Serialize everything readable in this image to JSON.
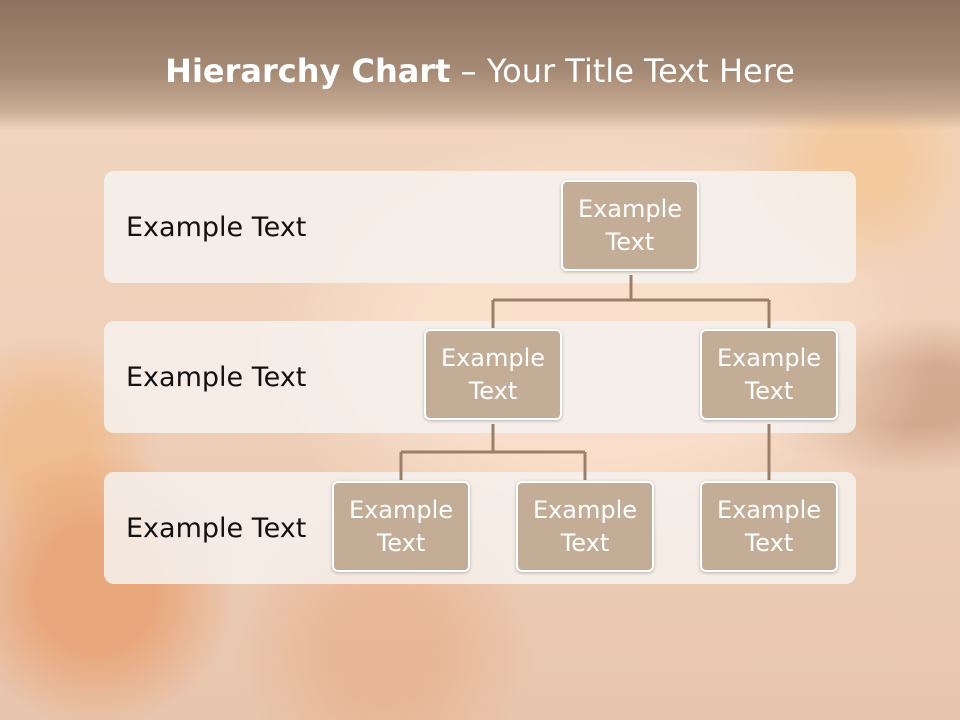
{
  "title": {
    "bold_part": "Hierarchy Chart",
    "rest": " – Your Title Text Here"
  },
  "levels": [
    {
      "label": "Example Text"
    },
    {
      "label": "Example Text"
    },
    {
      "label": "Example Text"
    }
  ],
  "nodes": {
    "root": {
      "line1": "Example",
      "line2": "Text"
    },
    "l2_left": {
      "line1": "Example",
      "line2": "Text"
    },
    "l2_right": {
      "line1": "Example",
      "line2": "Text"
    },
    "l3_a": {
      "line1": "Example",
      "line2": "Text"
    },
    "l3_b": {
      "line1": "Example",
      "line2": "Text"
    },
    "l3_c": {
      "line1": "Example",
      "line2": "Text"
    }
  },
  "colors": {
    "node_fill": "#c4ad97",
    "connector": "#9a7f69",
    "header": "#8e7360"
  }
}
